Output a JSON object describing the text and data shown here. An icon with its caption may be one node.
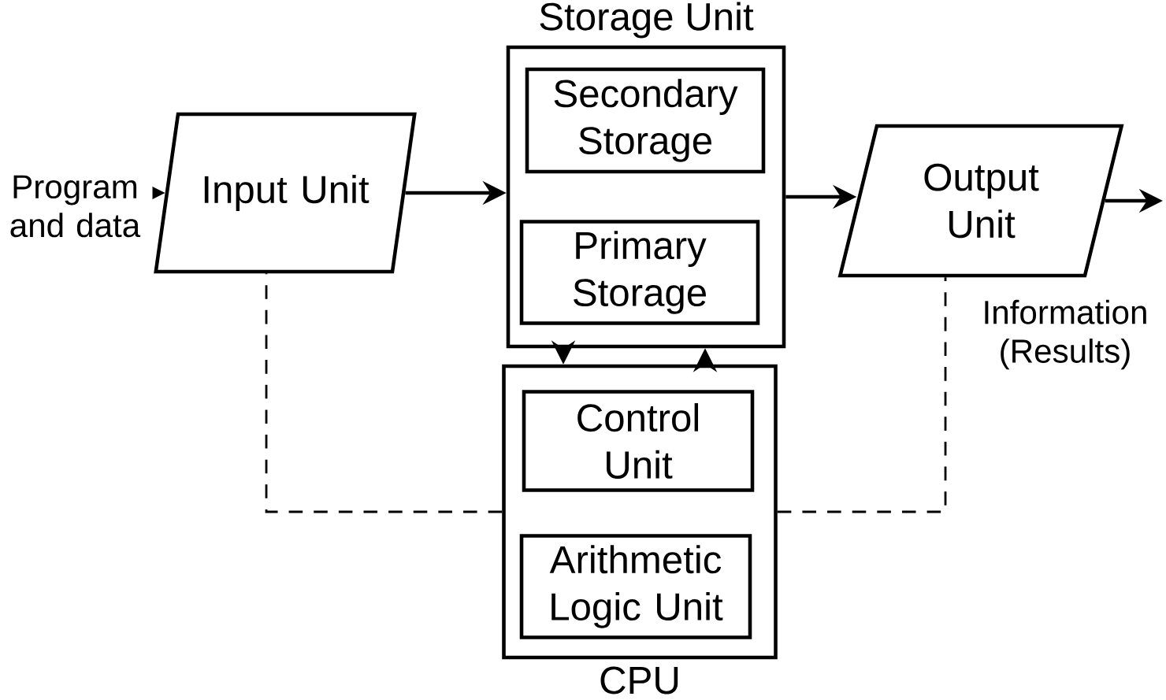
{
  "diagram": {
    "nodes": [
      {
        "text": [
          "Input Unit"
        ]
      },
      {
        "text": [
          "Storage Unit"
        ]
      },
      {
        "text": [
          "Secondary Storage"
        ],
        "in": 1
      },
      {
        "text": [
          "Primary Storage"
        ],
        "in": 1
      },
      {
        "text": [
          "Output Unit"
        ]
      },
      {
        "text": [
          "CPU"
        ]
      },
      {
        "text": [
          "Control Unit"
        ],
        "in": 5
      },
      {
        "text": [
          "Arithmetic Logic Unit"
        ],
        "in": 5
      }
    ],
    "edges": [
      {
        "from": null,
        "to": 0,
        "arrow": "to",
        "label": "Program and data"
      },
      {
        "from": 0,
        "to": 1,
        "arrow": "to"
      },
      {
        "from": 1,
        "to": 4,
        "arrow": "to"
      },
      {
        "from": 4,
        "to": null,
        "arrow": "to",
        "label": "Information (Results)"
      },
      {
        "from": 1,
        "to": 5,
        "arrow": "to"
      },
      {
        "from": 5,
        "to": 1,
        "arrow": "to"
      },
      {
        "from": 5,
        "to": 0,
        "arrow": "none",
        "style": "dashed"
      },
      {
        "from": 5,
        "to": 4,
        "arrow": "none",
        "style": "dashed"
      }
    ]
  }
}
